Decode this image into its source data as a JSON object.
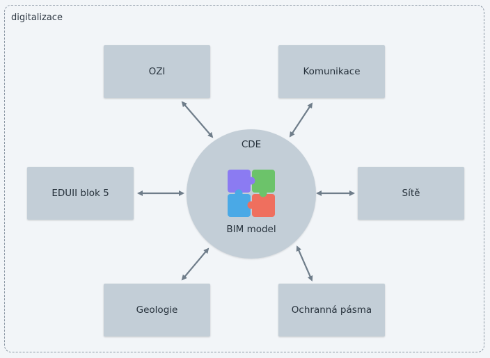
{
  "container": {
    "title": "digitalizace"
  },
  "hub": {
    "title": "CDE",
    "subtitle": "BIM model",
    "icon": "puzzle-icon"
  },
  "nodes": {
    "ozi": "OZI",
    "komunikace": "Komunikace",
    "eduii": "EDUII blok 5",
    "site": "Sítě",
    "geologie": "Geologie",
    "ochranna": "Ochranná pásma"
  },
  "colors": {
    "background": "#f2f5f8",
    "node": "#c3ced7",
    "arrow": "#6f7d8a",
    "puzzle_purple": "#8b7bf2",
    "puzzle_green": "#6cc36a",
    "puzzle_blue": "#4aa9e6",
    "puzzle_red": "#ef6f5e"
  }
}
